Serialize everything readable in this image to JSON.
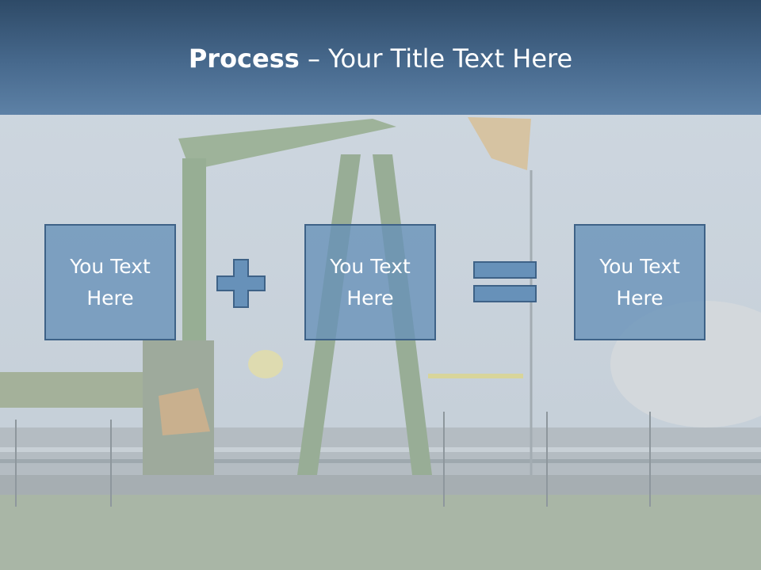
{
  "title": {
    "bold": "Process",
    "rest": " – Your Title Text Here"
  },
  "boxes": [
    {
      "text": "You Text Here"
    },
    {
      "text": "You Text Here"
    },
    {
      "text": "You Text Here"
    }
  ],
  "operators": [
    "plus-icon",
    "equals-icon"
  ],
  "colors": {
    "header": "#47698d",
    "box_fill": "#6791b9",
    "box_border": "#3e6287",
    "text": "#ffffff"
  }
}
